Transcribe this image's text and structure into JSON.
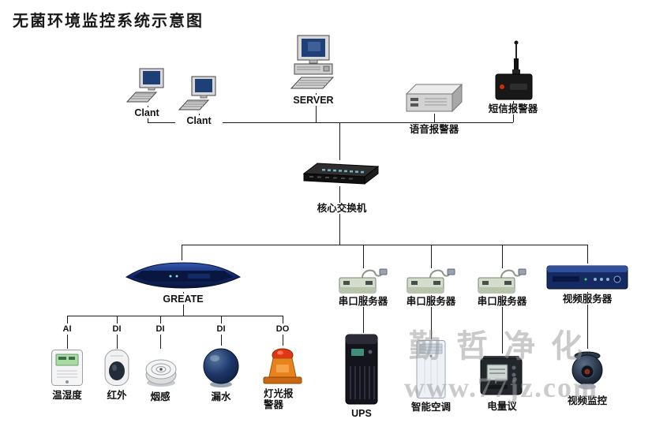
{
  "title": "无菌环境监控系统示意图",
  "watermark": {
    "brand": "勤哲净化",
    "site": "www.77jz.com"
  },
  "colors": {
    "line": "#1a1a1a",
    "greate_blue": "#16306e",
    "device_navy": "#152a63",
    "alarm_orange": "#e8821e",
    "alarm_red": "#e23515",
    "watermark_gray": "#a0a0a0"
  },
  "nodes": {
    "client1": {
      "label": "Clant"
    },
    "client2": {
      "label": "Clant"
    },
    "server": {
      "label": "SERVER"
    },
    "voice_alarm": {
      "label": "语音报警器"
    },
    "sms_alarm": {
      "label": "短信报警器"
    },
    "core_switch": {
      "label": "核心交换机"
    },
    "greate": {
      "label": "GREATE"
    },
    "serial1": {
      "label": "串口服务器"
    },
    "serial2": {
      "label": "串口服务器"
    },
    "serial3": {
      "label": "串口服务器"
    },
    "video_server": {
      "label": "视频服务器"
    },
    "temp_humidity": {
      "label": "温湿度"
    },
    "infrared": {
      "label": "红外"
    },
    "smoke": {
      "label": "烟感"
    },
    "water_leak": {
      "label": "漏水"
    },
    "light_alarm": {
      "label": "灯光报警器"
    },
    "ups": {
      "label": "UPS"
    },
    "smart_ac": {
      "label": "智能空调"
    },
    "power_meter": {
      "label": "电量议"
    },
    "video_monitor": {
      "label": "视频监控"
    }
  },
  "ports": {
    "ai": "AI",
    "di1": "DI",
    "di2": "DI",
    "di3": "DI",
    "do": "DO"
  }
}
